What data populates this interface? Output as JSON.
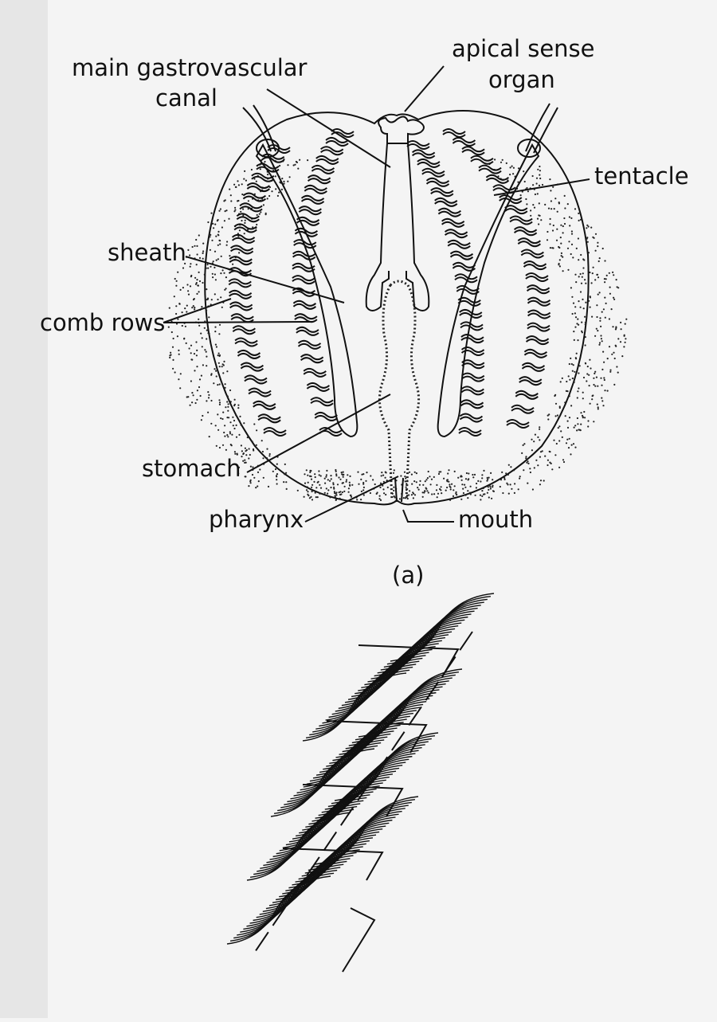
{
  "figure": {
    "panel_label": "(a)",
    "labels": {
      "apical_sense_1": "apical sense",
      "apical_sense_2": "organ",
      "gastro_1": "main gastrovascular",
      "gastro_2": "canal",
      "tentacle": "tentacle",
      "sheath": "sheath",
      "comb_rows": "comb rows",
      "stomach": "stomach",
      "pharynx": "pharynx",
      "mouth": "mouth"
    }
  }
}
